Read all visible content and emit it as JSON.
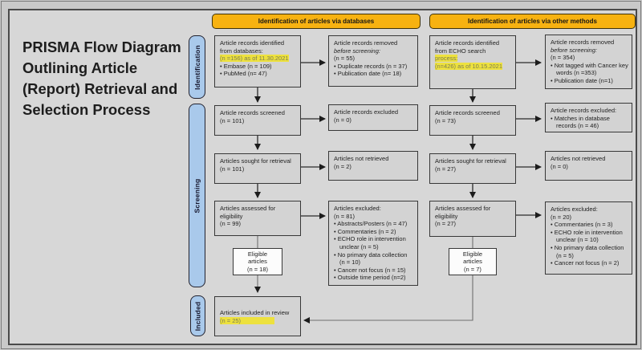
{
  "title": {
    "lines": [
      "PRISMA Flow Diagram",
      "Outlining Article",
      "(Report) Retrieval and",
      "Selection Process"
    ]
  },
  "stages": {
    "identification": "Identification",
    "screening": "Screening",
    "included": "Included"
  },
  "headers": {
    "databases": "Identification of articles via databases",
    "other_methods": "Identification of articles via other methods"
  },
  "db": {
    "identified": {
      "line1": "Article records identified",
      "line2": "from databases:",
      "highlight": "(n =156) as of 11.30.2021",
      "bullets": [
        "• Embase (n = 109)",
        "• PubMed (n= 47)"
      ]
    },
    "removed": {
      "line1": "Article records removed",
      "line2": "before screening:",
      "n": "(n = 55)",
      "bullets": [
        "• Duplicate records (n = 37)",
        "• Publication date (n= 18)"
      ]
    },
    "screened": {
      "text": "Article records screened",
      "n": "(n = 101)"
    },
    "screen_excluded": {
      "text": "Article records excluded",
      "n": "(n = 0)"
    },
    "sought": {
      "text": "Articles sought for retrieval",
      "n": "(n = 101)"
    },
    "not_retrieved": {
      "text": "Articles not retrieved",
      "n": "(n = 2)"
    },
    "assessed": {
      "line1": "Articles assessed for",
      "line2": "eligibility",
      "n": "(n = 99)"
    },
    "excluded": {
      "title": "Articles excluded:",
      "n": "(n = 81)",
      "bullets": [
        "• Abstracts/Posters (n = 47)",
        "• Commentaries (n = 2)",
        "• ECHO role in intervention unclear (n = 5)",
        "• No primary data collection (n = 10)",
        "• Cancer not focus (n = 15)",
        "• Outside time period (n=2)"
      ]
    },
    "eligible": {
      "lines": [
        "Eligible",
        "articles",
        "(n = 18)"
      ]
    }
  },
  "included_box": {
    "text": "Articles included in review",
    "highlight": "(n = 25)"
  },
  "om": {
    "identified": {
      "line1": "Article records identified",
      "line2": "from ECHO search",
      "highlight_line1": "process:",
      "highlight_line2": "(n=426) as of 10.15.2021"
    },
    "removed": {
      "line1": "Article records removed",
      "line2": "before screening:",
      "n": "(n = 354)",
      "bullets": [
        "• Not tagged with Cancer key words (n =353)",
        "• Publication date (n=1)"
      ]
    },
    "screened": {
      "text": "Article records screened",
      "n": "(n = 73)"
    },
    "screen_excluded": {
      "title": "Article records excluded:",
      "bullets": [
        "• Matches in database records (n = 46)"
      ]
    },
    "sought": {
      "text": "Articles sought for retrieval",
      "n": "(n = 27)"
    },
    "not_retrieved": {
      "text": "Articles not retrieved",
      "n": "(n = 0)"
    },
    "assessed": {
      "line1": "Articles assessed for",
      "line2": "eligibility",
      "n": "(n = 27)"
    },
    "excluded": {
      "title": "Articles excluded:",
      "n": "(n = 20)",
      "bullets": [
        "• Commentaries (n = 3)",
        "• ECHO role in intervention unclear (n = 10)",
        "• No primary data collection (n = 5)",
        "• Cancer not focus (n = 2)"
      ]
    },
    "eligible": {
      "lines": [
        "Eligible",
        "articles",
        "(n = 7)"
      ]
    }
  },
  "colors": {
    "background": "#C9C9C9",
    "panel": "#D7D7D7",
    "box_fill": "#D3D3D3",
    "header_amber": "#F7B211",
    "stage_blue": "#A9C9EB",
    "highlight_yellow": "#EDE13E"
  }
}
